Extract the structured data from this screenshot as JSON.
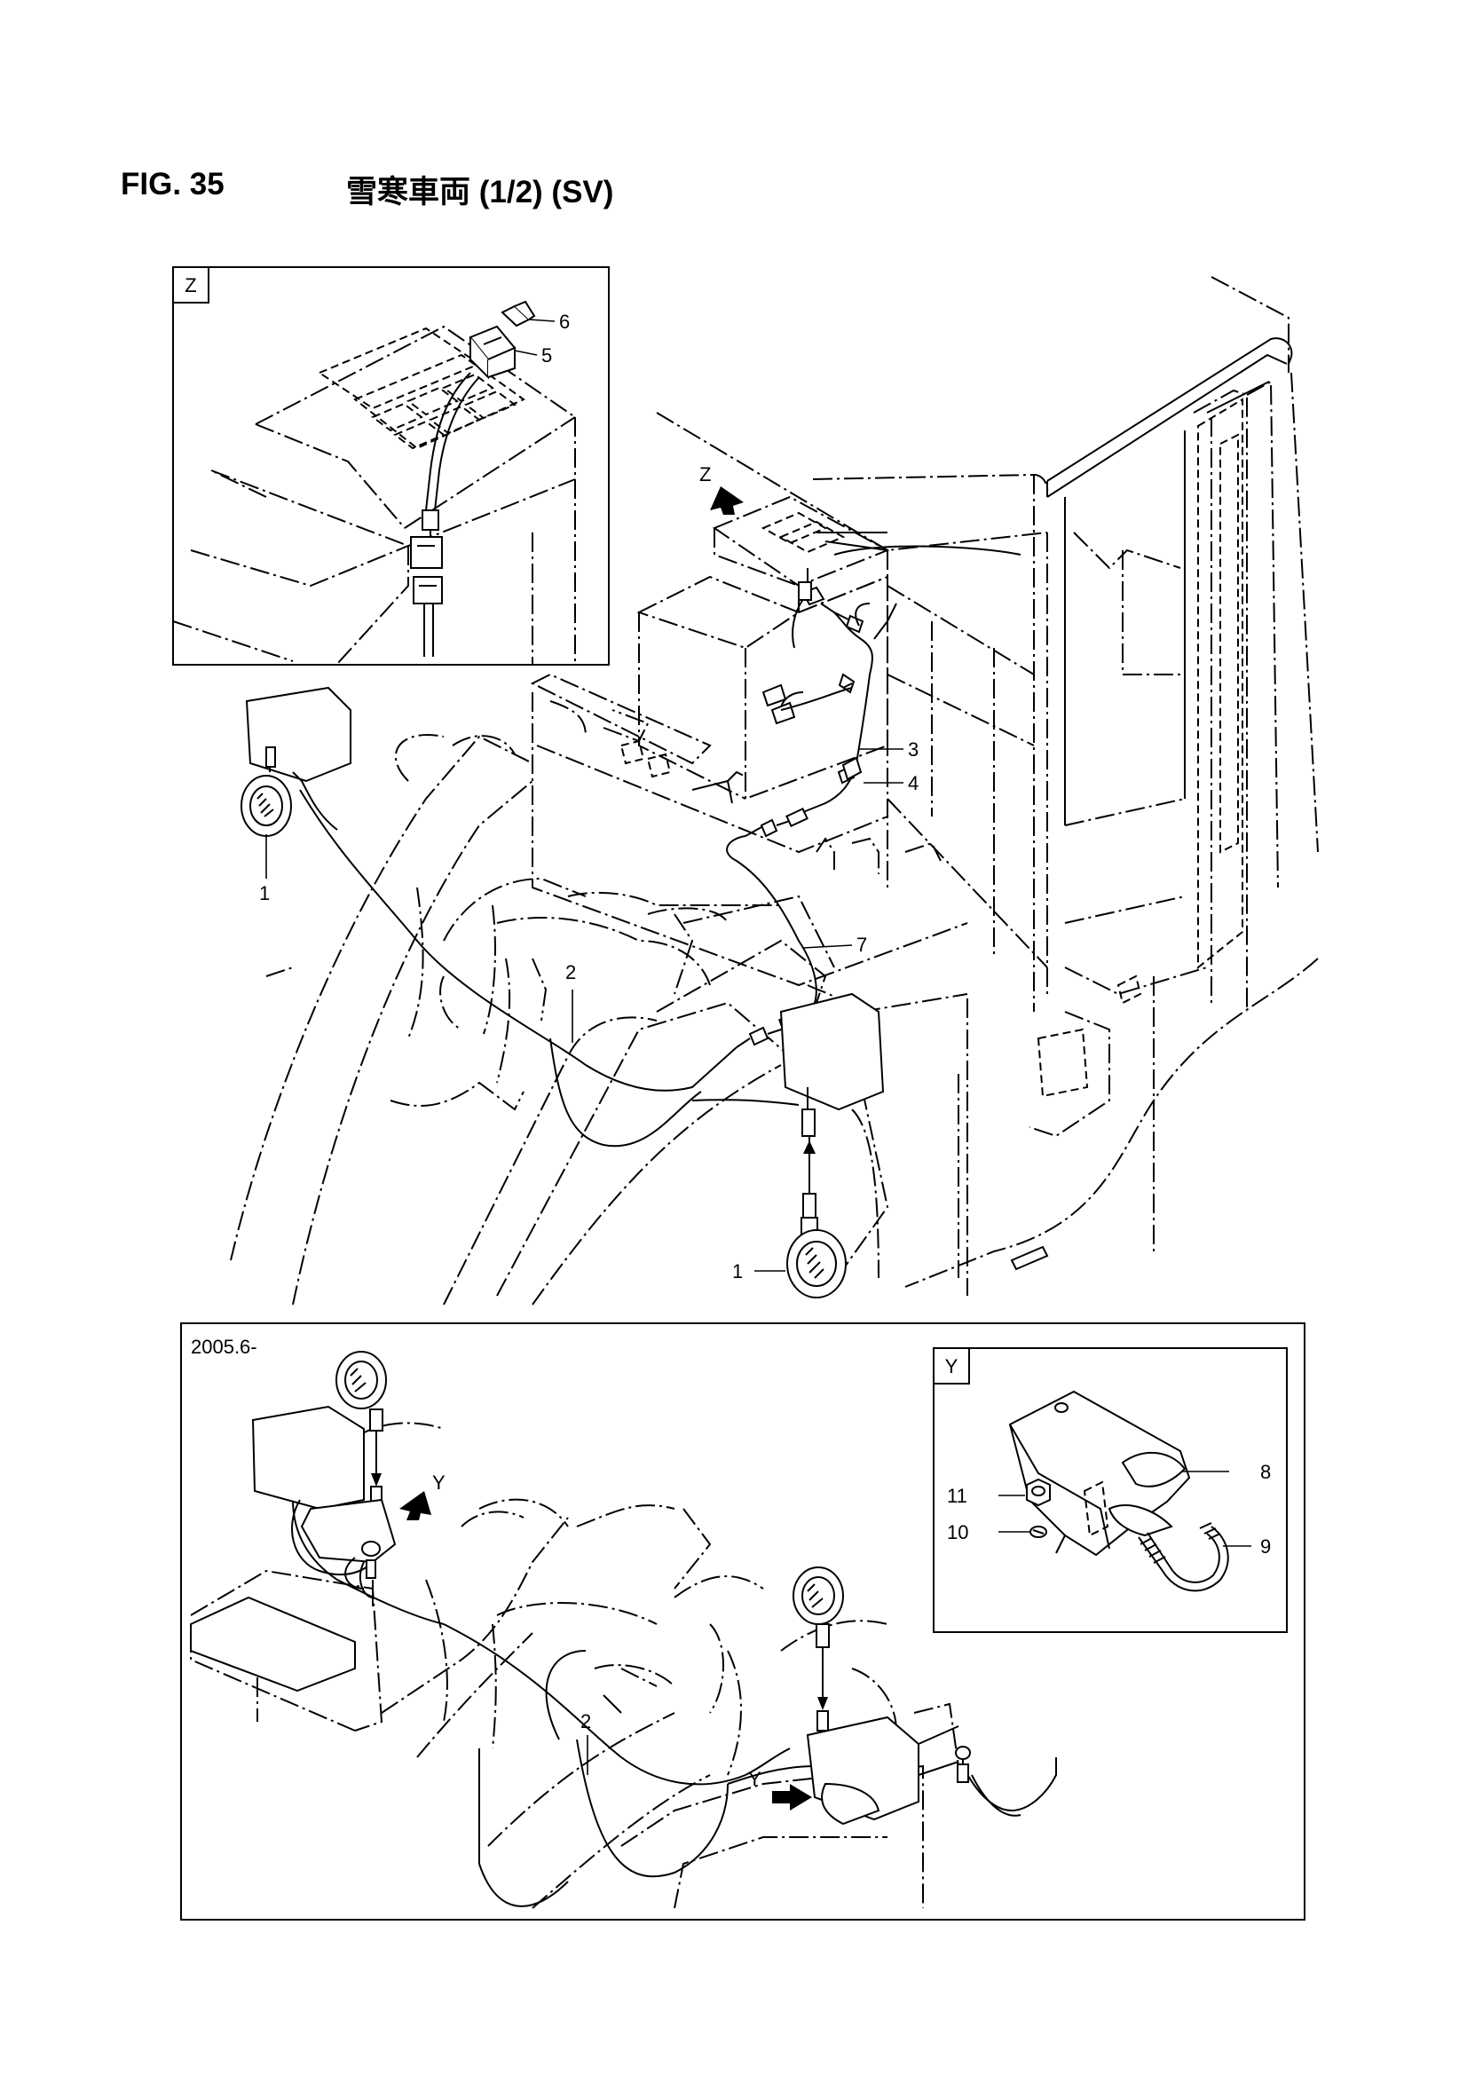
{
  "header": {
    "figure_number": "FIG. 35",
    "title": "雪寒車両 (1/2) (SV)"
  },
  "view_boxes": {
    "z_label": "Z",
    "y_label": "Y",
    "inset_date": "2005.6-"
  },
  "view_arrows": {
    "z": "Z",
    "y_upper": "Y",
    "y_lower": "Y"
  },
  "callouts": {
    "z6": "6",
    "z5": "5",
    "m3": "3",
    "m4": "4",
    "m1a": "1",
    "m7": "7",
    "m2": "2",
    "m1b": "1",
    "y8": "8",
    "y11": "11",
    "y10": "10",
    "y9": "9",
    "l2": "2"
  }
}
